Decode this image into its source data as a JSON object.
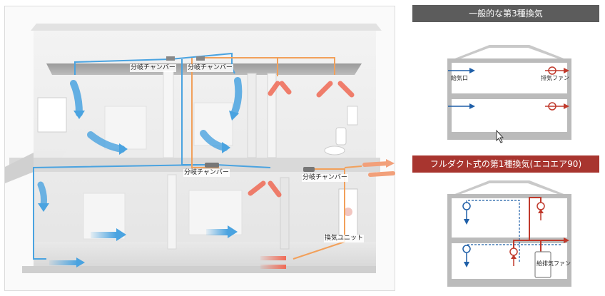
{
  "left_diagram": {
    "labels": {
      "chamber_top_left": "分岐チャンバー",
      "chamber_top_right": "分岐チャンバー",
      "chamber_mid_left": "分岐チャンバー",
      "chamber_mid_right": "分岐チャンバー",
      "unit": "換気ユニット"
    }
  },
  "general": {
    "title": "一般的な第3種換気",
    "supply_label": "給気口",
    "exhaust_label": "排気ファン"
  },
  "full_duct": {
    "title": "フルダクト式の第1種換気(エコエア90)",
    "fan_label": "給排気ファン"
  },
  "colors": {
    "supply_blue": "#4aa3e0",
    "exhaust_orange": "#f2a05a",
    "exhaust_red": "#c0392b",
    "supply_navy": "#1f5fa8",
    "header_gray": "#5c5c5c",
    "header_red": "#a8352f"
  }
}
